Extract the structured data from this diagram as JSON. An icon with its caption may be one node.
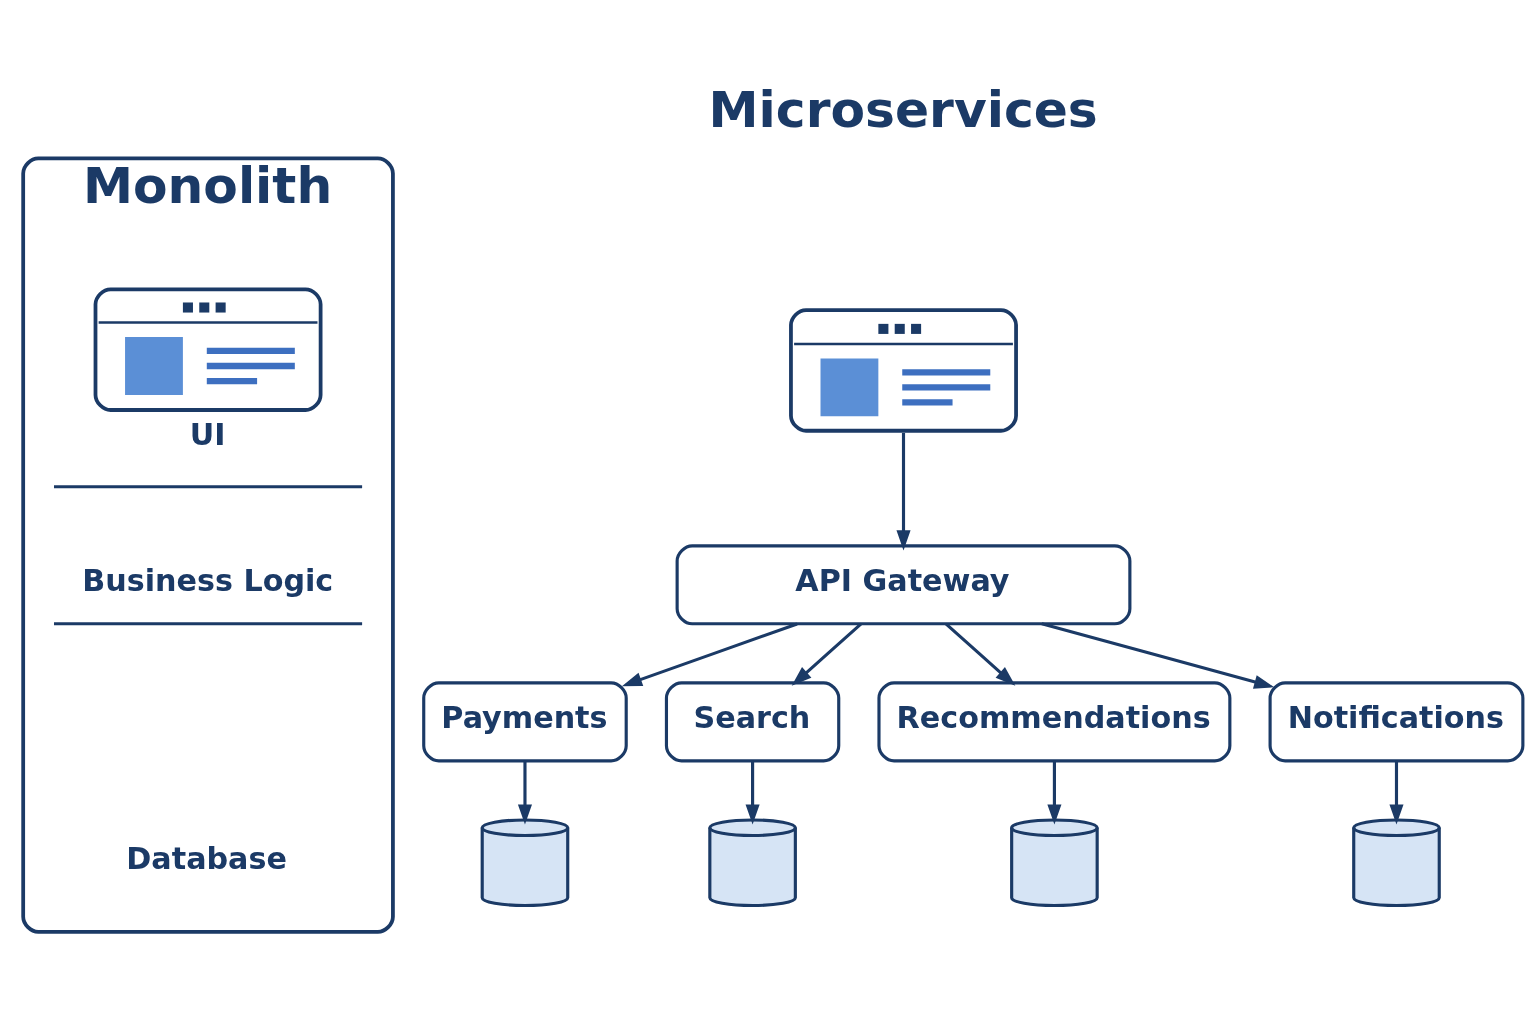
{
  "diagram": {
    "nodes": [
      {
        "text": [
          "Monolith"
        ]
      },
      {
        "text": [
          "UI"
        ],
        "in": 0
      },
      {
        "text": [
          "Business Logic"
        ],
        "in": 0
      },
      {
        "text": [
          "Database"
        ],
        "in": 0
      },
      {
        "text": [],
        "shape": "picture"
      },
      {
        "text": [
          "API Gateway"
        ]
      },
      {
        "text": [
          "Payments"
        ]
      },
      {
        "text": [
          "Search"
        ]
      },
      {
        "text": [
          "Recommendations"
        ]
      },
      {
        "text": [
          "Notifications"
        ]
      },
      {
        "text": [],
        "shape": "cylinder"
      },
      {
        "text": [],
        "shape": "cylinder"
      },
      {
        "text": [],
        "shape": "cylinder"
      },
      {
        "text": [],
        "shape": "cylinder"
      }
    ],
    "edges": [
      {
        "from": 4,
        "to": 5,
        "arrow": "to"
      },
      {
        "from": 5,
        "to": 6,
        "arrow": "to"
      },
      {
        "from": 5,
        "to": 7,
        "arrow": "to"
      },
      {
        "from": 5,
        "to": 8,
        "arrow": "to"
      },
      {
        "from": 5,
        "to": 9,
        "arrow": "to"
      },
      {
        "from": 6,
        "to": 10,
        "arrow": "to"
      },
      {
        "from": 7,
        "to": 11,
        "arrow": "to"
      },
      {
        "from": 8,
        "to": 12,
        "arrow": "to"
      },
      {
        "from": 9,
        "to": 13,
        "arrow": "to"
      }
    ],
    "labels": [
      "Microservices"
    ]
  }
}
